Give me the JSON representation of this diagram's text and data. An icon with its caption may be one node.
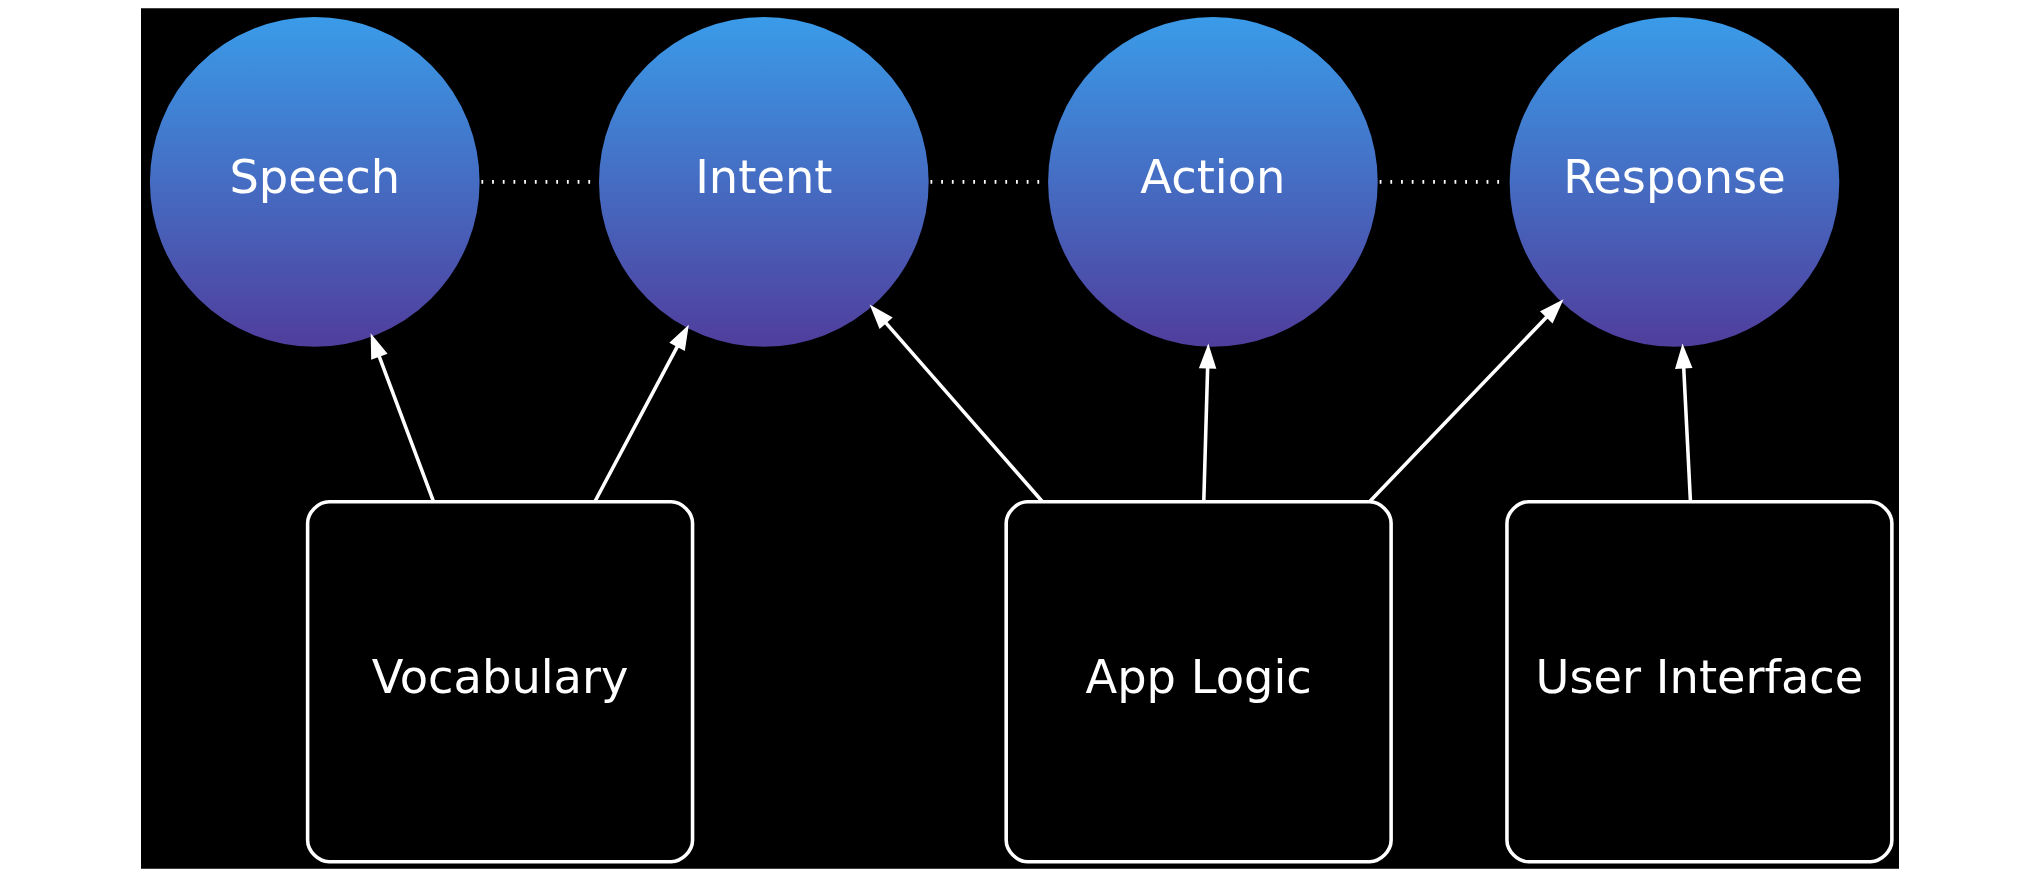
{
  "diagram": {
    "nodes": [
      {
        "text": [
          "Speech"
        ]
      },
      {
        "text": [
          "Intent"
        ]
      },
      {
        "text": [
          "Action"
        ]
      },
      {
        "text": [
          "Response"
        ]
      },
      {
        "text": [
          "Vocabulary"
        ]
      },
      {
        "text": [
          "App Logic"
        ]
      },
      {
        "text": [
          "User Interface"
        ]
      }
    ],
    "edges": [
      {
        "from": 0,
        "to": 1,
        "arrow": "none",
        "style": "dashed"
      },
      {
        "from": 1,
        "to": 2,
        "arrow": "none",
        "style": "dashed"
      },
      {
        "from": 2,
        "to": 3,
        "arrow": "none",
        "style": "dashed"
      },
      {
        "from": 4,
        "to": 0,
        "arrow": "to"
      },
      {
        "from": 4,
        "to": 1,
        "arrow": "to"
      },
      {
        "from": 5,
        "to": 1,
        "arrow": "to"
      },
      {
        "from": 5,
        "to": 2,
        "arrow": "to"
      },
      {
        "from": 5,
        "to": 3,
        "arrow": "to"
      },
      {
        "from": 6,
        "to": 3,
        "arrow": "to"
      }
    ]
  }
}
